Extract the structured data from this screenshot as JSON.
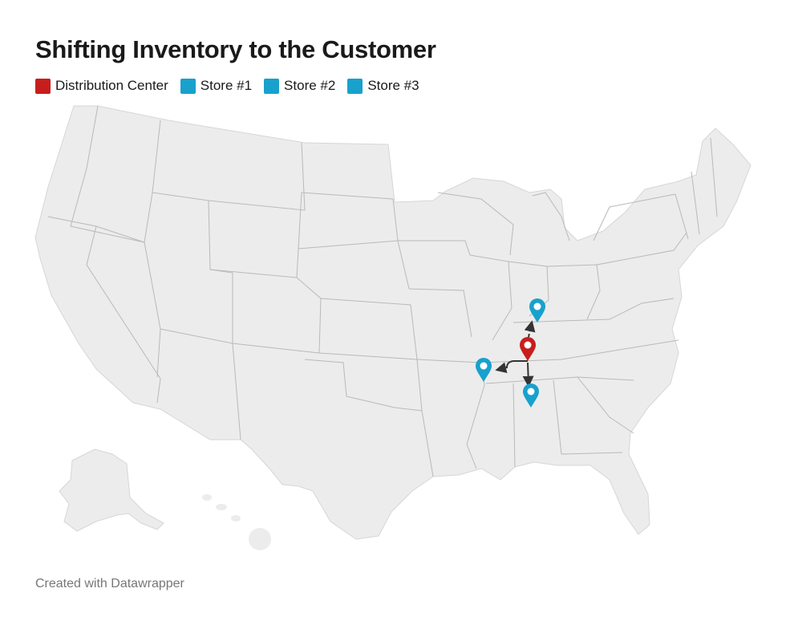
{
  "title": "Shifting Inventory to the Customer",
  "legend": [
    {
      "label": "Distribution Center",
      "color": "#c71e1d"
    },
    {
      "label": "Store #1",
      "color": "#18a1cd"
    },
    {
      "label": "Store #2",
      "color": "#18a1cd"
    },
    {
      "label": "Store #3",
      "color": "#18a1cd"
    }
  ],
  "map": {
    "region": "United States",
    "land_color": "#ececec",
    "border_color": "#b5b5b5",
    "markers": [
      {
        "name": "Distribution Center",
        "color": "#c71e1d",
        "icon": "map-pin-icon"
      },
      {
        "name": "Store #1",
        "color": "#18a1cd",
        "icon": "map-pin-icon"
      },
      {
        "name": "Store #2",
        "color": "#18a1cd",
        "icon": "map-pin-icon"
      },
      {
        "name": "Store #3",
        "color": "#18a1cd",
        "icon": "map-pin-icon"
      }
    ],
    "arrow_color": "#333333"
  },
  "footer": "Created with Datawrapper"
}
